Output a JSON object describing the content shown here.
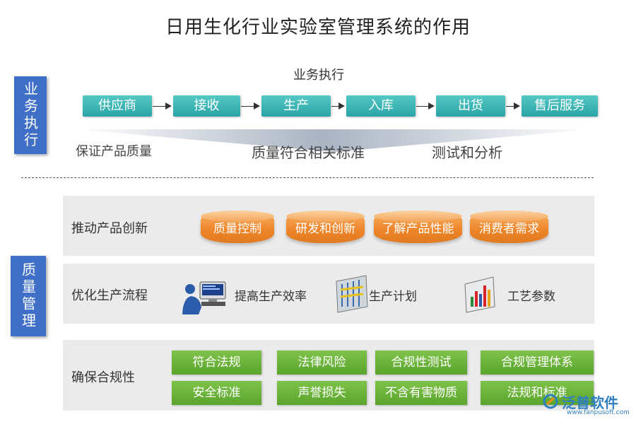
{
  "title": "日用生化行业实验室管理系统的作用",
  "section_business": {
    "tag": "业务执行",
    "flow_title": "业务执行",
    "steps": [
      "供应商",
      "接收",
      "生产",
      "入库",
      "出货",
      "售后服务"
    ],
    "funnel_labels": [
      "保证产品质量",
      "质量符合相关标准",
      "测试和分析"
    ]
  },
  "section_quality": {
    "tag": "质量管理",
    "rows": [
      {
        "label": "推动产品创新",
        "items": [
          "质量控制",
          "研发和创新",
          "了解产品性能",
          "消费者需求"
        ]
      },
      {
        "label": "优化生产流程",
        "items": [
          "提高生产效率",
          "生产计划",
          "工艺参数"
        ]
      },
      {
        "label": "确保合规性",
        "items": [
          "符合法规",
          "法律风险",
          "合规性测试",
          "合规管理体系",
          "安全标准",
          "声誉损失",
          "不含有害物质",
          "法规和标准"
        ]
      }
    ]
  },
  "branding": {
    "logo": "泛普软件",
    "url": "www.fanpusoft.com",
    "watermark": "泛普软件"
  },
  "colors": {
    "tag_blue": "#3f6fc7",
    "step_teal": "#2aa4a6",
    "cylinder_orange": "#ee8529",
    "button_green": "#5aa52d"
  }
}
